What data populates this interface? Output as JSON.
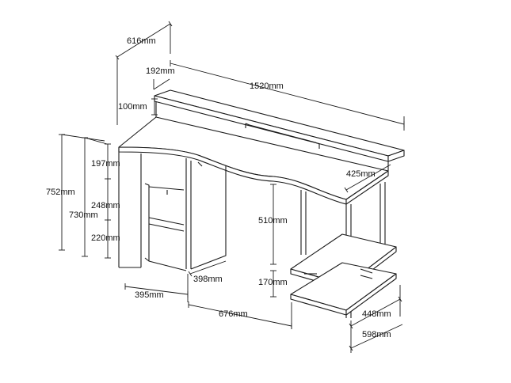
{
  "dimensions": {
    "top_depth": "616mm",
    "shelf_depth": "192mm",
    "total_width": "1520mm",
    "shelf_height": "100mm",
    "overall_height": "752mm",
    "desk_height": "730mm",
    "gap_top": "197mm",
    "gap_middle": "248mm",
    "gap_bottom": "220mm",
    "cabinet_width": "398mm",
    "cabinet_depth": "395mm",
    "leg_opening": "676mm",
    "return_depth": "425mm",
    "knee_height": "510mm",
    "shelf_gap": "170mm",
    "right_unit_depth": "448mm",
    "right_unit_width": "598mm"
  },
  "colors": {
    "line": "#1a1a1a",
    "background": "#ffffff"
  }
}
